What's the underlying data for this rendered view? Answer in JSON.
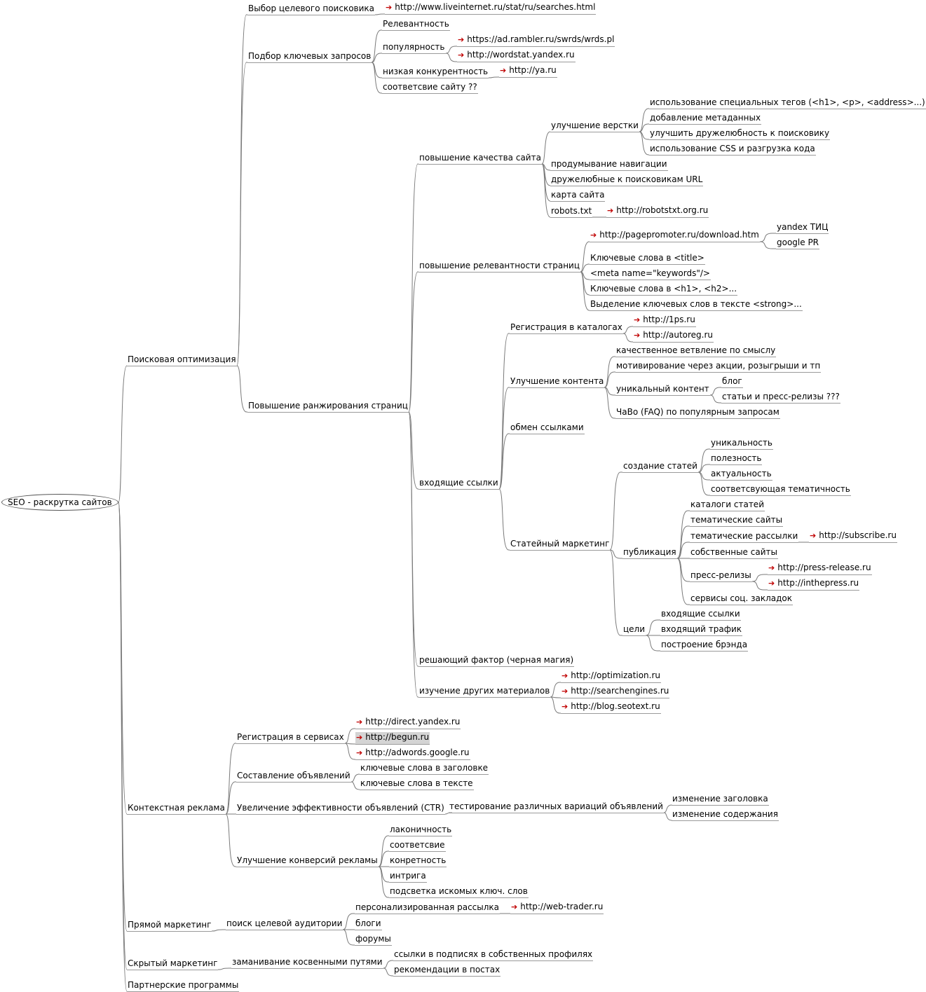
{
  "root": "SEO - раскрутка сайтов",
  "nodes": [
    {
      "id": "n1",
      "label": "Поисковая оптимизация",
      "parent": "root"
    },
    {
      "id": "n1a",
      "label": "Выбор целевого поисковика",
      "parent": "n1"
    },
    {
      "id": "n1a1",
      "label": "http://www.liveinternet.ru/stat/ru/searches.html",
      "parent": "n1a",
      "link": true
    },
    {
      "id": "n1b",
      "label": "Подбор ключевых запросов",
      "parent": "n1"
    },
    {
      "id": "n1b1",
      "label": "Релевантность",
      "parent": "n1b"
    },
    {
      "id": "n1b2",
      "label": "популярность",
      "parent": "n1b"
    },
    {
      "id": "n1b2a",
      "label": "https://ad.rambler.ru/swrds/wrds.pl",
      "parent": "n1b2",
      "link": true
    },
    {
      "id": "n1b2b",
      "label": "http://wordstat.yandex.ru",
      "parent": "n1b2",
      "link": true
    },
    {
      "id": "n1b3",
      "label": "низкая конкурентность",
      "parent": "n1b"
    },
    {
      "id": "n1b3a",
      "label": "http://ya.ru",
      "parent": "n1b3",
      "link": true
    },
    {
      "id": "n1b4",
      "label": "соответсвие сайту ??",
      "parent": "n1b"
    },
    {
      "id": "n1c",
      "label": "Повышение ранжирования страниц",
      "parent": "n1"
    },
    {
      "id": "q",
      "label": "повышение качества сайта",
      "parent": "n1c"
    },
    {
      "id": "q1",
      "label": "улучшение верстки",
      "parent": "q"
    },
    {
      "id": "q1a",
      "label": "использование специальных тегов (<h1>, <p>, <address>...)",
      "parent": "q1"
    },
    {
      "id": "q1b",
      "label": "добавление метаданных",
      "parent": "q1"
    },
    {
      "id": "q1c",
      "label": "улучшить дружелюбность к поисковику",
      "parent": "q1"
    },
    {
      "id": "q1d",
      "label": "использование CSS и разгрузка кода",
      "parent": "q1"
    },
    {
      "id": "q2",
      "label": "продумывание навигации",
      "parent": "q"
    },
    {
      "id": "q3",
      "label": "дружелюбные к поисковикам URL",
      "parent": "q"
    },
    {
      "id": "q4",
      "label": "карта сайта",
      "parent": "q"
    },
    {
      "id": "q5",
      "label": "robots.txt",
      "parent": "q"
    },
    {
      "id": "q5a",
      "label": "http://robotstxt.org.ru",
      "parent": "q5",
      "link": true
    },
    {
      "id": "r",
      "label": "повышение релевантности страниц",
      "parent": "n1c"
    },
    {
      "id": "r1",
      "label": "http://pagepromoter.ru/download.htm",
      "parent": "r",
      "link": true
    },
    {
      "id": "r1a",
      "label": "yandex ТИЦ",
      "parent": "r1"
    },
    {
      "id": "r1b",
      "label": "google PR",
      "parent": "r1"
    },
    {
      "id": "r2",
      "label": "Ключевые слова в <title>",
      "parent": "r"
    },
    {
      "id": "r3",
      "label": "<meta name=\"keywords\"/>",
      "parent": "r"
    },
    {
      "id": "r4",
      "label": "Ключевые слова в <h1>, <h2>...",
      "parent": "r"
    },
    {
      "id": "r5",
      "label": "Выделение ключевых слов в тексте <strong>...",
      "parent": "r"
    },
    {
      "id": "v",
      "label": "входящие ссылки",
      "parent": "n1c"
    },
    {
      "id": "v1",
      "label": "Регистрация в каталогах",
      "parent": "v"
    },
    {
      "id": "v1a",
      "label": "http://1ps.ru",
      "parent": "v1",
      "link": true
    },
    {
      "id": "v1b",
      "label": "http://autoreg.ru",
      "parent": "v1",
      "link": true
    },
    {
      "id": "v2",
      "label": "Улучшение контента",
      "parent": "v"
    },
    {
      "id": "v2a",
      "label": "качественное ветвление по смыслу",
      "parent": "v2"
    },
    {
      "id": "v2b",
      "label": "мотивирование через акции, розыгрыши и тп",
      "parent": "v2"
    },
    {
      "id": "v2c",
      "label": "уникальный контент",
      "parent": "v2"
    },
    {
      "id": "v2c1",
      "label": "блог",
      "parent": "v2c"
    },
    {
      "id": "v2c2",
      "label": "статьи и пресс-релизы ???",
      "parent": "v2c"
    },
    {
      "id": "v2d",
      "label": "ЧаВо (FAQ) по популярным запросам",
      "parent": "v2"
    },
    {
      "id": "v3",
      "label": "обмен ссылками",
      "parent": "v"
    },
    {
      "id": "v4",
      "label": "Статейный маркетинг",
      "parent": "v"
    },
    {
      "id": "s1",
      "label": "создание статей",
      "parent": "v4"
    },
    {
      "id": "s1a",
      "label": "уникальность",
      "parent": "s1"
    },
    {
      "id": "s1b",
      "label": "полезность",
      "parent": "s1"
    },
    {
      "id": "s1c",
      "label": "актуальность",
      "parent": "s1"
    },
    {
      "id": "s1d",
      "label": "соответсвующая тематичность",
      "parent": "s1"
    },
    {
      "id": "s2",
      "label": "публикация",
      "parent": "v4"
    },
    {
      "id": "s2a",
      "label": "каталоги статей",
      "parent": "s2"
    },
    {
      "id": "s2b",
      "label": "тематические сайты",
      "parent": "s2"
    },
    {
      "id": "s2c",
      "label": "тематические рассылки",
      "parent": "s2"
    },
    {
      "id": "s2c1",
      "label": "http://subscribe.ru",
      "parent": "s2c",
      "link": true
    },
    {
      "id": "s2d",
      "label": "собственные сайты",
      "parent": "s2"
    },
    {
      "id": "s2e",
      "label": "пресс-релизы",
      "parent": "s2"
    },
    {
      "id": "s2e1",
      "label": "http://press-release.ru",
      "parent": "s2e",
      "link": true
    },
    {
      "id": "s2e2",
      "label": "http://inthepress.ru",
      "parent": "s2e",
      "link": true
    },
    {
      "id": "s2f",
      "label": "сервисы соц. закладок",
      "parent": "s2"
    },
    {
      "id": "s3",
      "label": "цели",
      "parent": "v4"
    },
    {
      "id": "s3a",
      "label": "входящие ссылки",
      "parent": "s3"
    },
    {
      "id": "s3b",
      "label": "входящий трафик",
      "parent": "s3"
    },
    {
      "id": "s3c",
      "label": "построение брэнда",
      "parent": "s3"
    },
    {
      "id": "m",
      "label": "решающий фактор (черная магия)",
      "parent": "n1c"
    },
    {
      "id": "i",
      "label": "изучение других материалов",
      "parent": "n1c"
    },
    {
      "id": "i1",
      "label": "http://optimization.ru",
      "parent": "i",
      "link": true
    },
    {
      "id": "i2",
      "label": "http://searchengines.ru",
      "parent": "i",
      "link": true
    },
    {
      "id": "i3",
      "label": "http://blog.seotext.ru",
      "parent": "i",
      "link": true
    },
    {
      "id": "n2",
      "label": "Контекстная реклама",
      "parent": "root"
    },
    {
      "id": "n2a",
      "label": "Регистрация в сервисах",
      "parent": "n2"
    },
    {
      "id": "n2a1",
      "label": "http://direct.yandex.ru",
      "parent": "n2a",
      "link": true
    },
    {
      "id": "n2a2",
      "label": "http://begun.ru",
      "parent": "n2a",
      "link": true,
      "selected": true
    },
    {
      "id": "n2a3",
      "label": "http://adwords.google.ru",
      "parent": "n2a",
      "link": true
    },
    {
      "id": "n2b",
      "label": "Составление объявлений",
      "parent": "n2"
    },
    {
      "id": "n2b1",
      "label": "ключевые слова в заголовке",
      "parent": "n2b"
    },
    {
      "id": "n2b2",
      "label": "ключевые слова в тексте",
      "parent": "n2b"
    },
    {
      "id": "n2c",
      "label": "Увеличение эффективности объявлений (CTR)",
      "parent": "n2"
    },
    {
      "id": "n2c1",
      "label": "тестирование различных вариаций объявлений",
      "parent": "n2c"
    },
    {
      "id": "n2c1a",
      "label": "изменение заголовка",
      "parent": "n2c1"
    },
    {
      "id": "n2c1b",
      "label": "изменение содержания",
      "parent": "n2c1"
    },
    {
      "id": "n2d",
      "label": "Улучшение конверсий рекламы",
      "parent": "n2"
    },
    {
      "id": "n2d1",
      "label": "лаконичность",
      "parent": "n2d"
    },
    {
      "id": "n2d2",
      "label": "соответсвие",
      "parent": "n2d"
    },
    {
      "id": "n2d3",
      "label": "конретность",
      "parent": "n2d"
    },
    {
      "id": "n2d4",
      "label": "интрига",
      "parent": "n2d"
    },
    {
      "id": "n2d5",
      "label": "подсветка искомых ключ. слов",
      "parent": "n2d"
    },
    {
      "id": "n3",
      "label": "Прямой маркетинг",
      "parent": "root"
    },
    {
      "id": "n3a",
      "label": "поиск целевой аудитории",
      "parent": "n3"
    },
    {
      "id": "n3a1",
      "label": "персонализированная рассылка",
      "parent": "n3a"
    },
    {
      "id": "n3a1a",
      "label": "http://web-trader.ru",
      "parent": "n3a1",
      "link": true
    },
    {
      "id": "n3a2",
      "label": "блоги",
      "parent": "n3a"
    },
    {
      "id": "n3a3",
      "label": "форумы",
      "parent": "n3a"
    },
    {
      "id": "n4",
      "label": "Скрытый маркетинг",
      "parent": "root"
    },
    {
      "id": "n4a",
      "label": "заманивание косвенными путями",
      "parent": "n4"
    },
    {
      "id": "n4a1",
      "label": "ссылки в подписях в собственных профилях",
      "parent": "n4a"
    },
    {
      "id": "n4a2",
      "label": "рекомендации в постах",
      "parent": "n4a"
    },
    {
      "id": "n5",
      "label": "Партнерские программы",
      "parent": "root"
    }
  ],
  "colors": {
    "edge": "#7a7a7a",
    "arrow": "#c00000",
    "underline": "#9a9a9a",
    "selected": "#d4d4d4"
  },
  "icons": {
    "link": "right-arrow-icon"
  }
}
